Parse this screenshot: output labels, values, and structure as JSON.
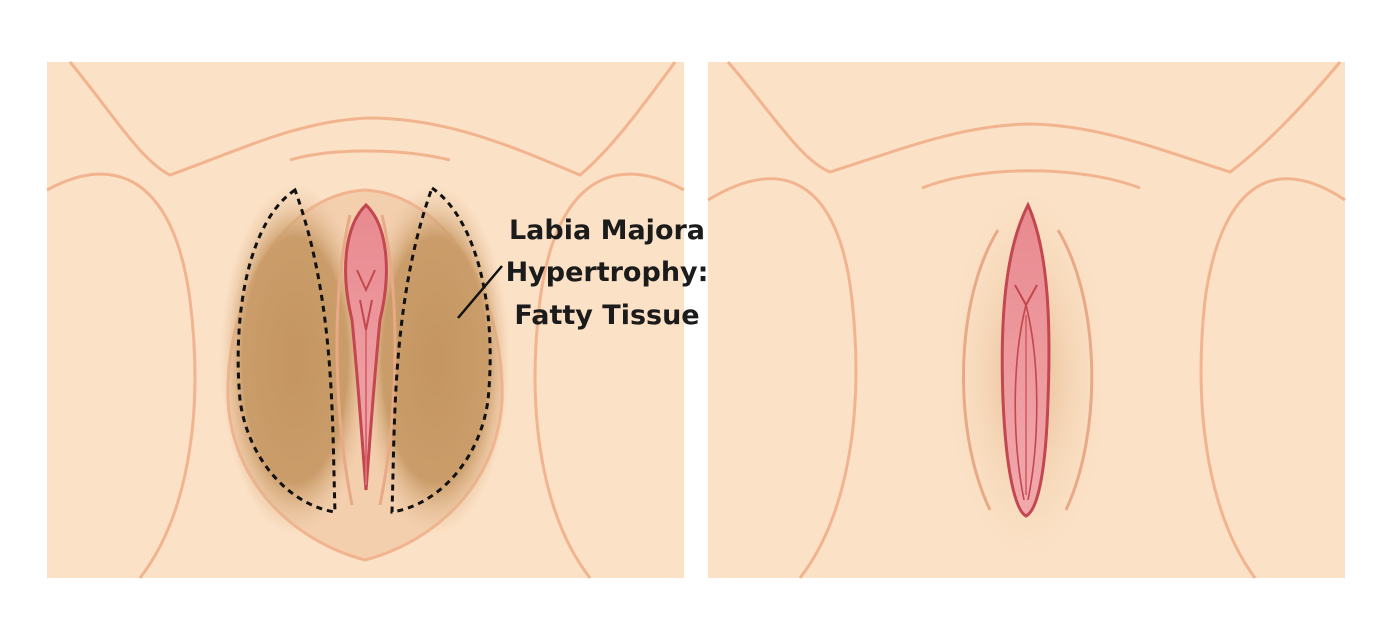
{
  "annotation": {
    "lines": [
      "Labia Majora",
      "Hypertrophy:",
      "Fatty Tissue"
    ]
  },
  "colors": {
    "skin": "#fbe1c6",
    "skin_outline": "#f2b48f",
    "fatty_tissue": "#c49560",
    "mucosa": "#ec9b9f",
    "mucosa_outline": "#c2474f",
    "background": "#ffffff"
  }
}
